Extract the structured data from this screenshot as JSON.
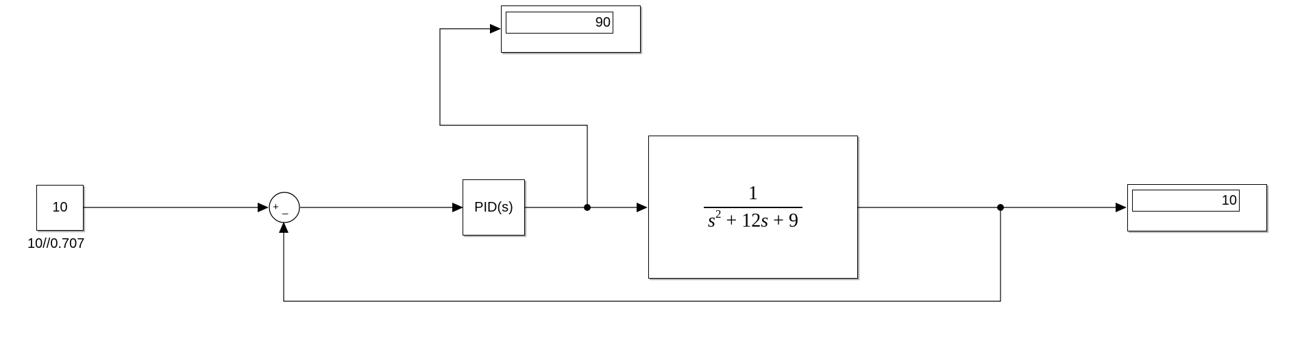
{
  "diagram": {
    "constant_block": {
      "value": "10",
      "label": "10//0.707"
    },
    "sum_block": {
      "signs": [
        "+",
        "_"
      ]
    },
    "pid_block": {
      "label": "PID(s)"
    },
    "transfer_function": {
      "numerator": "1",
      "denominator_parts": [
        "s",
        "2",
        " + 12",
        "s",
        " + 9"
      ]
    },
    "display_top": {
      "value": "90"
    },
    "display_output": {
      "value": "10"
    }
  }
}
